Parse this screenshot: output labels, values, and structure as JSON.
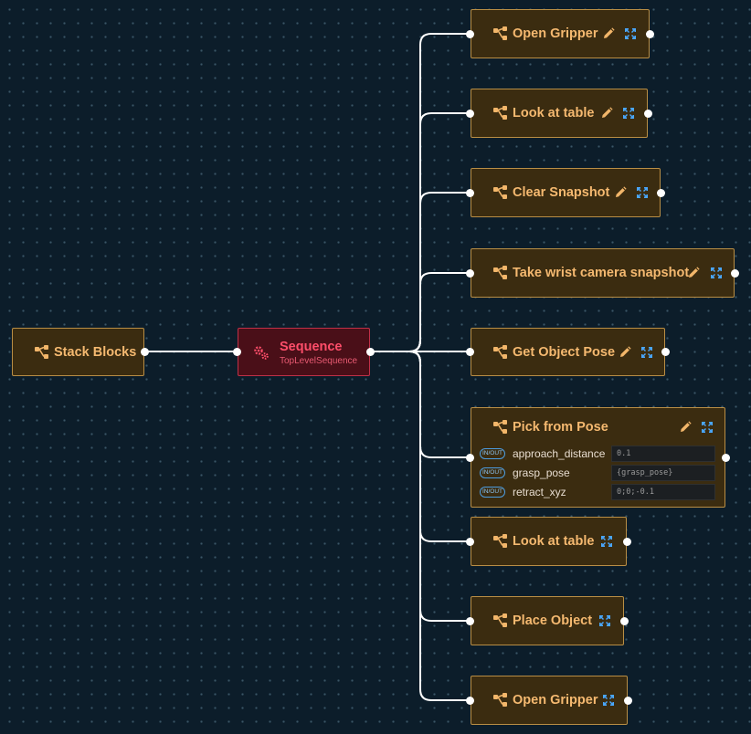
{
  "root": {
    "title": "Stack Blocks",
    "icon": "subtree-icon"
  },
  "sequence": {
    "title": "Sequence",
    "subtitle": "TopLevelSequence",
    "icon": "gears-icon"
  },
  "children": [
    {
      "title": "Open Gripper",
      "editable": true
    },
    {
      "title": "Look at table",
      "editable": true
    },
    {
      "title": "Clear Snapshot",
      "editable": true
    },
    {
      "title": "Take wrist camera snapshot",
      "editable": true
    },
    {
      "title": "Get Object Pose",
      "editable": true
    },
    {
      "title": "Pick from Pose",
      "editable": true,
      "ports": [
        {
          "badge": "IN/OUT",
          "name": "approach_distance",
          "value": "0.1"
        },
        {
          "badge": "IN/OUT",
          "name": "grasp_pose",
          "value": "{grasp_pose}"
        },
        {
          "badge": "IN/OUT",
          "name": "retract_xyz",
          "value": "0;0;-0.1"
        }
      ]
    },
    {
      "title": "Look at table",
      "editable": false
    },
    {
      "title": "Place Object",
      "editable": false
    },
    {
      "title": "Open Gripper",
      "editable": false
    }
  ],
  "colors": {
    "canvas": "#0c1d2a",
    "node_fill": "#3b2c10",
    "node_border": "#b98e45",
    "node_text": "#f5b970",
    "sequence_fill": "#4a0f18",
    "sequence_text": "#ff4e6a",
    "expand_icon": "#4aa8ff",
    "edge": "#ffffff"
  }
}
